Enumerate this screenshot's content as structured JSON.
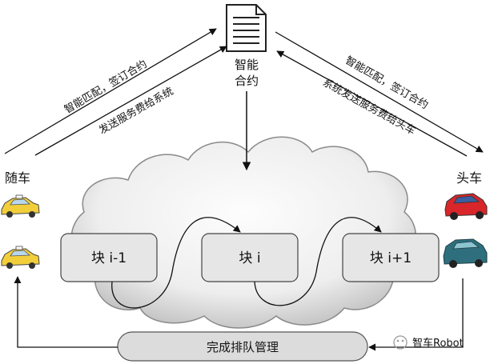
{
  "contract": {
    "line1": "智能",
    "line2": "合约"
  },
  "left_vehicle_label": "随车",
  "right_vehicle_label": "头车",
  "arrows": {
    "left_upper": "智能匹配，签订合约",
    "left_lower": "发送服务费给系统",
    "right_upper": "智能匹配，签订合约",
    "right_lower": "系统发送服务费给头车"
  },
  "blocks": [
    "块 i-1",
    "块 i",
    "块 i+1"
  ],
  "queue_bar": "完成排队管理",
  "watermark": "智车Robot",
  "colors": {
    "cloud_light": "#fafafa",
    "cloud_dark": "#c9c9c9",
    "block_fill": "#e6e6e6",
    "taxi_yellow": "#f2cf3a",
    "car_red": "#d8262a",
    "car_teal": "#2f6f7d"
  }
}
